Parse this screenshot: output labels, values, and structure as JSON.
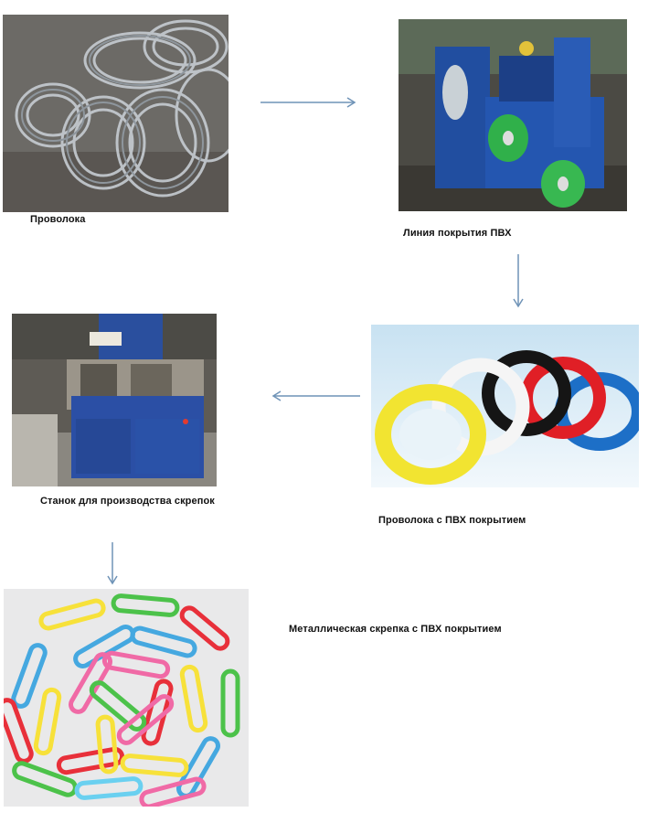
{
  "steps": [
    {
      "id": "wire",
      "caption": "Проволока",
      "image": "wire-coils-photo"
    },
    {
      "id": "coating-line",
      "caption": "Линия покрытия ПВХ",
      "image": "pvc-coating-line-photo"
    },
    {
      "id": "coated-wire",
      "caption": "Проволока с  ПВХ покрытием",
      "image": "pvc-coated-wire-photo"
    },
    {
      "id": "clip-machine",
      "caption": "Станок для производства скрепок",
      "image": "paperclip-machine-photo"
    },
    {
      "id": "paperclip",
      "caption": "Металлическая скрепка с ПВХ покрытием",
      "image": "colored-paperclips-photo"
    }
  ],
  "arrow_color": "#6f93b7",
  "clip_colors": [
    "#f7e13a",
    "#45a8e0",
    "#f06aa6",
    "#4cc24a",
    "#e8303a",
    "#6ad0f0"
  ],
  "coil_colors": [
    "#f2e431",
    "#f5f5f5",
    "#151515",
    "#e01f26",
    "#1d6fc7"
  ]
}
